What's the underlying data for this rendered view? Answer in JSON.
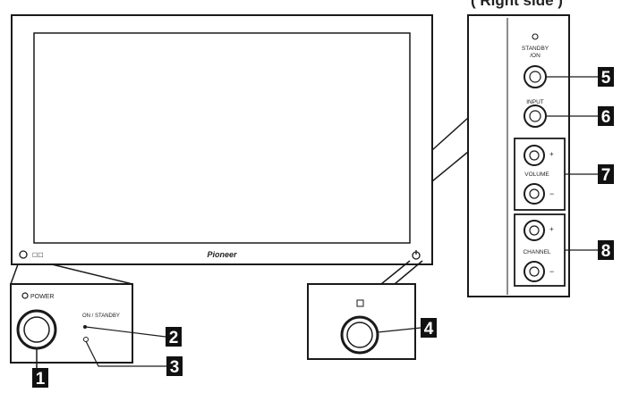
{
  "header": {
    "partial_title": "( Right side )"
  },
  "tv": {
    "brand": "Pioneer",
    "sensor_mark": "☐☐"
  },
  "left_panel": {
    "power_label": "POWER",
    "status_label": "ON / STANDBY"
  },
  "right_panel": {
    "standby_label_1": "STANDBY",
    "standby_label_2": "/ON",
    "input_label": "INPUT",
    "volume_label": "VOLUME",
    "channel_label": "CHANNEL",
    "plus": "+",
    "minus": "−"
  },
  "callouts": [
    "1",
    "2",
    "3",
    "4",
    "5",
    "6",
    "7",
    "8"
  ],
  "colors": {
    "line": "#1a1a1a",
    "badge": "#111111",
    "background": "#ffffff"
  }
}
